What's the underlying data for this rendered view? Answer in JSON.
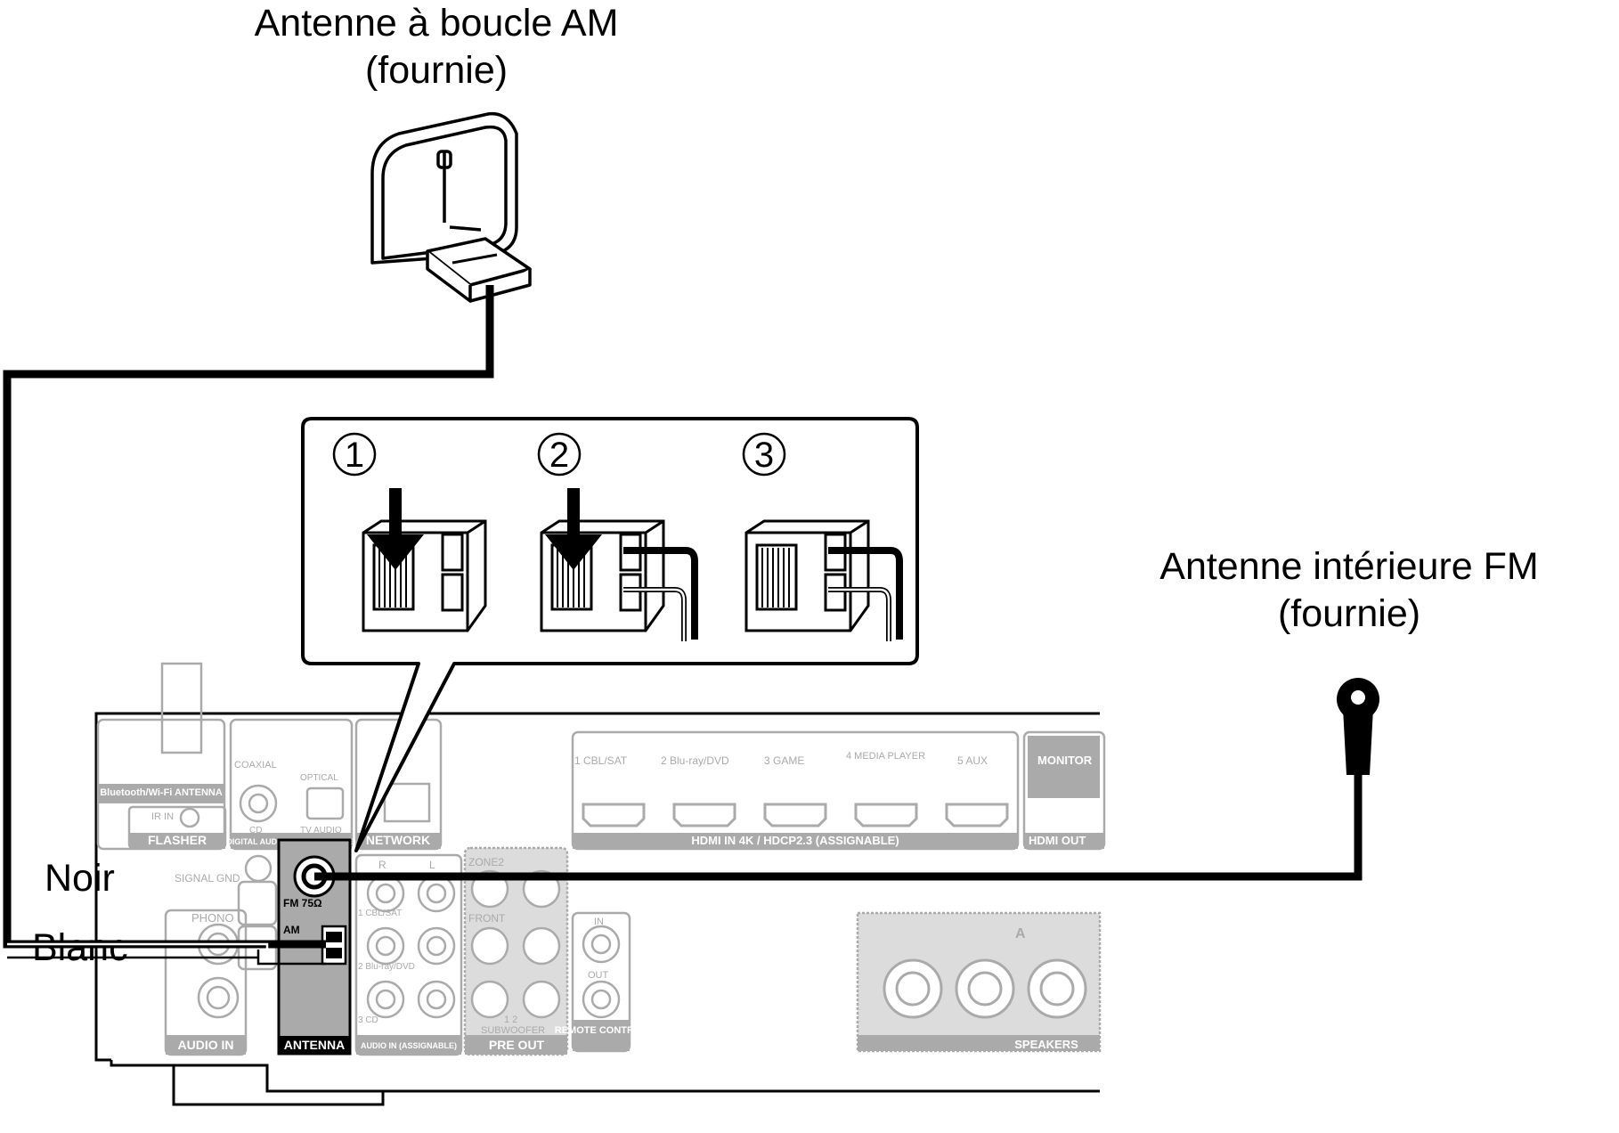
{
  "labels": {
    "am_antenna_line1": "Antenne à boucle AM",
    "am_antenna_line2": "(fournie)",
    "fm_antenna_line1": "Antenne intérieure FM",
    "fm_antenna_line2": "(fournie)",
    "wire_black": "Noir",
    "wire_white": "Blanc"
  },
  "steps": [
    "1",
    "2",
    "3"
  ],
  "panel": {
    "bt_antenna": "Bluetooth/Wi-Fi ANTENNA",
    "ir_in": "IR IN",
    "flasher": "FLASHER",
    "coaxial": "COAXIAL",
    "optical": "OPTICAL",
    "cd": "CD",
    "tv_audio": "TV AUDIO",
    "digital_audio_in": "DIGITAL AUDIO IN (ASSIGNABLE)",
    "network": "NETWORK",
    "hdmi_inputs": [
      "1 CBL/SAT",
      "2 Blu-ray/DVD",
      "3 GAME",
      "4 MEDIA PLAYER",
      "5 AUX"
    ],
    "hdmi_in": "HDMI IN  4K / HDCP2.3 (ASSIGNABLE)",
    "monitor": "MONITOR",
    "hdmi_out": "HDMI OUT",
    "signal_gnd": "SIGNAL GND",
    "phono": "PHONO",
    "audio_in": "AUDIO IN",
    "fm_75": "FM 75Ω",
    "am": "AM",
    "antenna": "ANTENNA",
    "r": "R",
    "l": "L",
    "cbl_sat": "1 CBL/SAT",
    "bluray_dvd": "2 Blu-ray/DVD",
    "cd_in": "3 CD",
    "audio_in_assignable": "AUDIO IN (ASSIGNABLE)",
    "zone2": "ZONE2",
    "front": "FRONT",
    "subwoofer": "SUBWOOFER",
    "sub_nums": "1  2",
    "pre_out": "PRE OUT",
    "remote_in": "IN",
    "remote_out": "OUT",
    "remote_control": "REMOTE CONTROL",
    "speakers": "SPEAKERS",
    "speaker_a": "A"
  },
  "colors": {
    "line": "#000000",
    "panel_gray": "#aaaaaa",
    "antenna_block": "#aaaaaa"
  }
}
